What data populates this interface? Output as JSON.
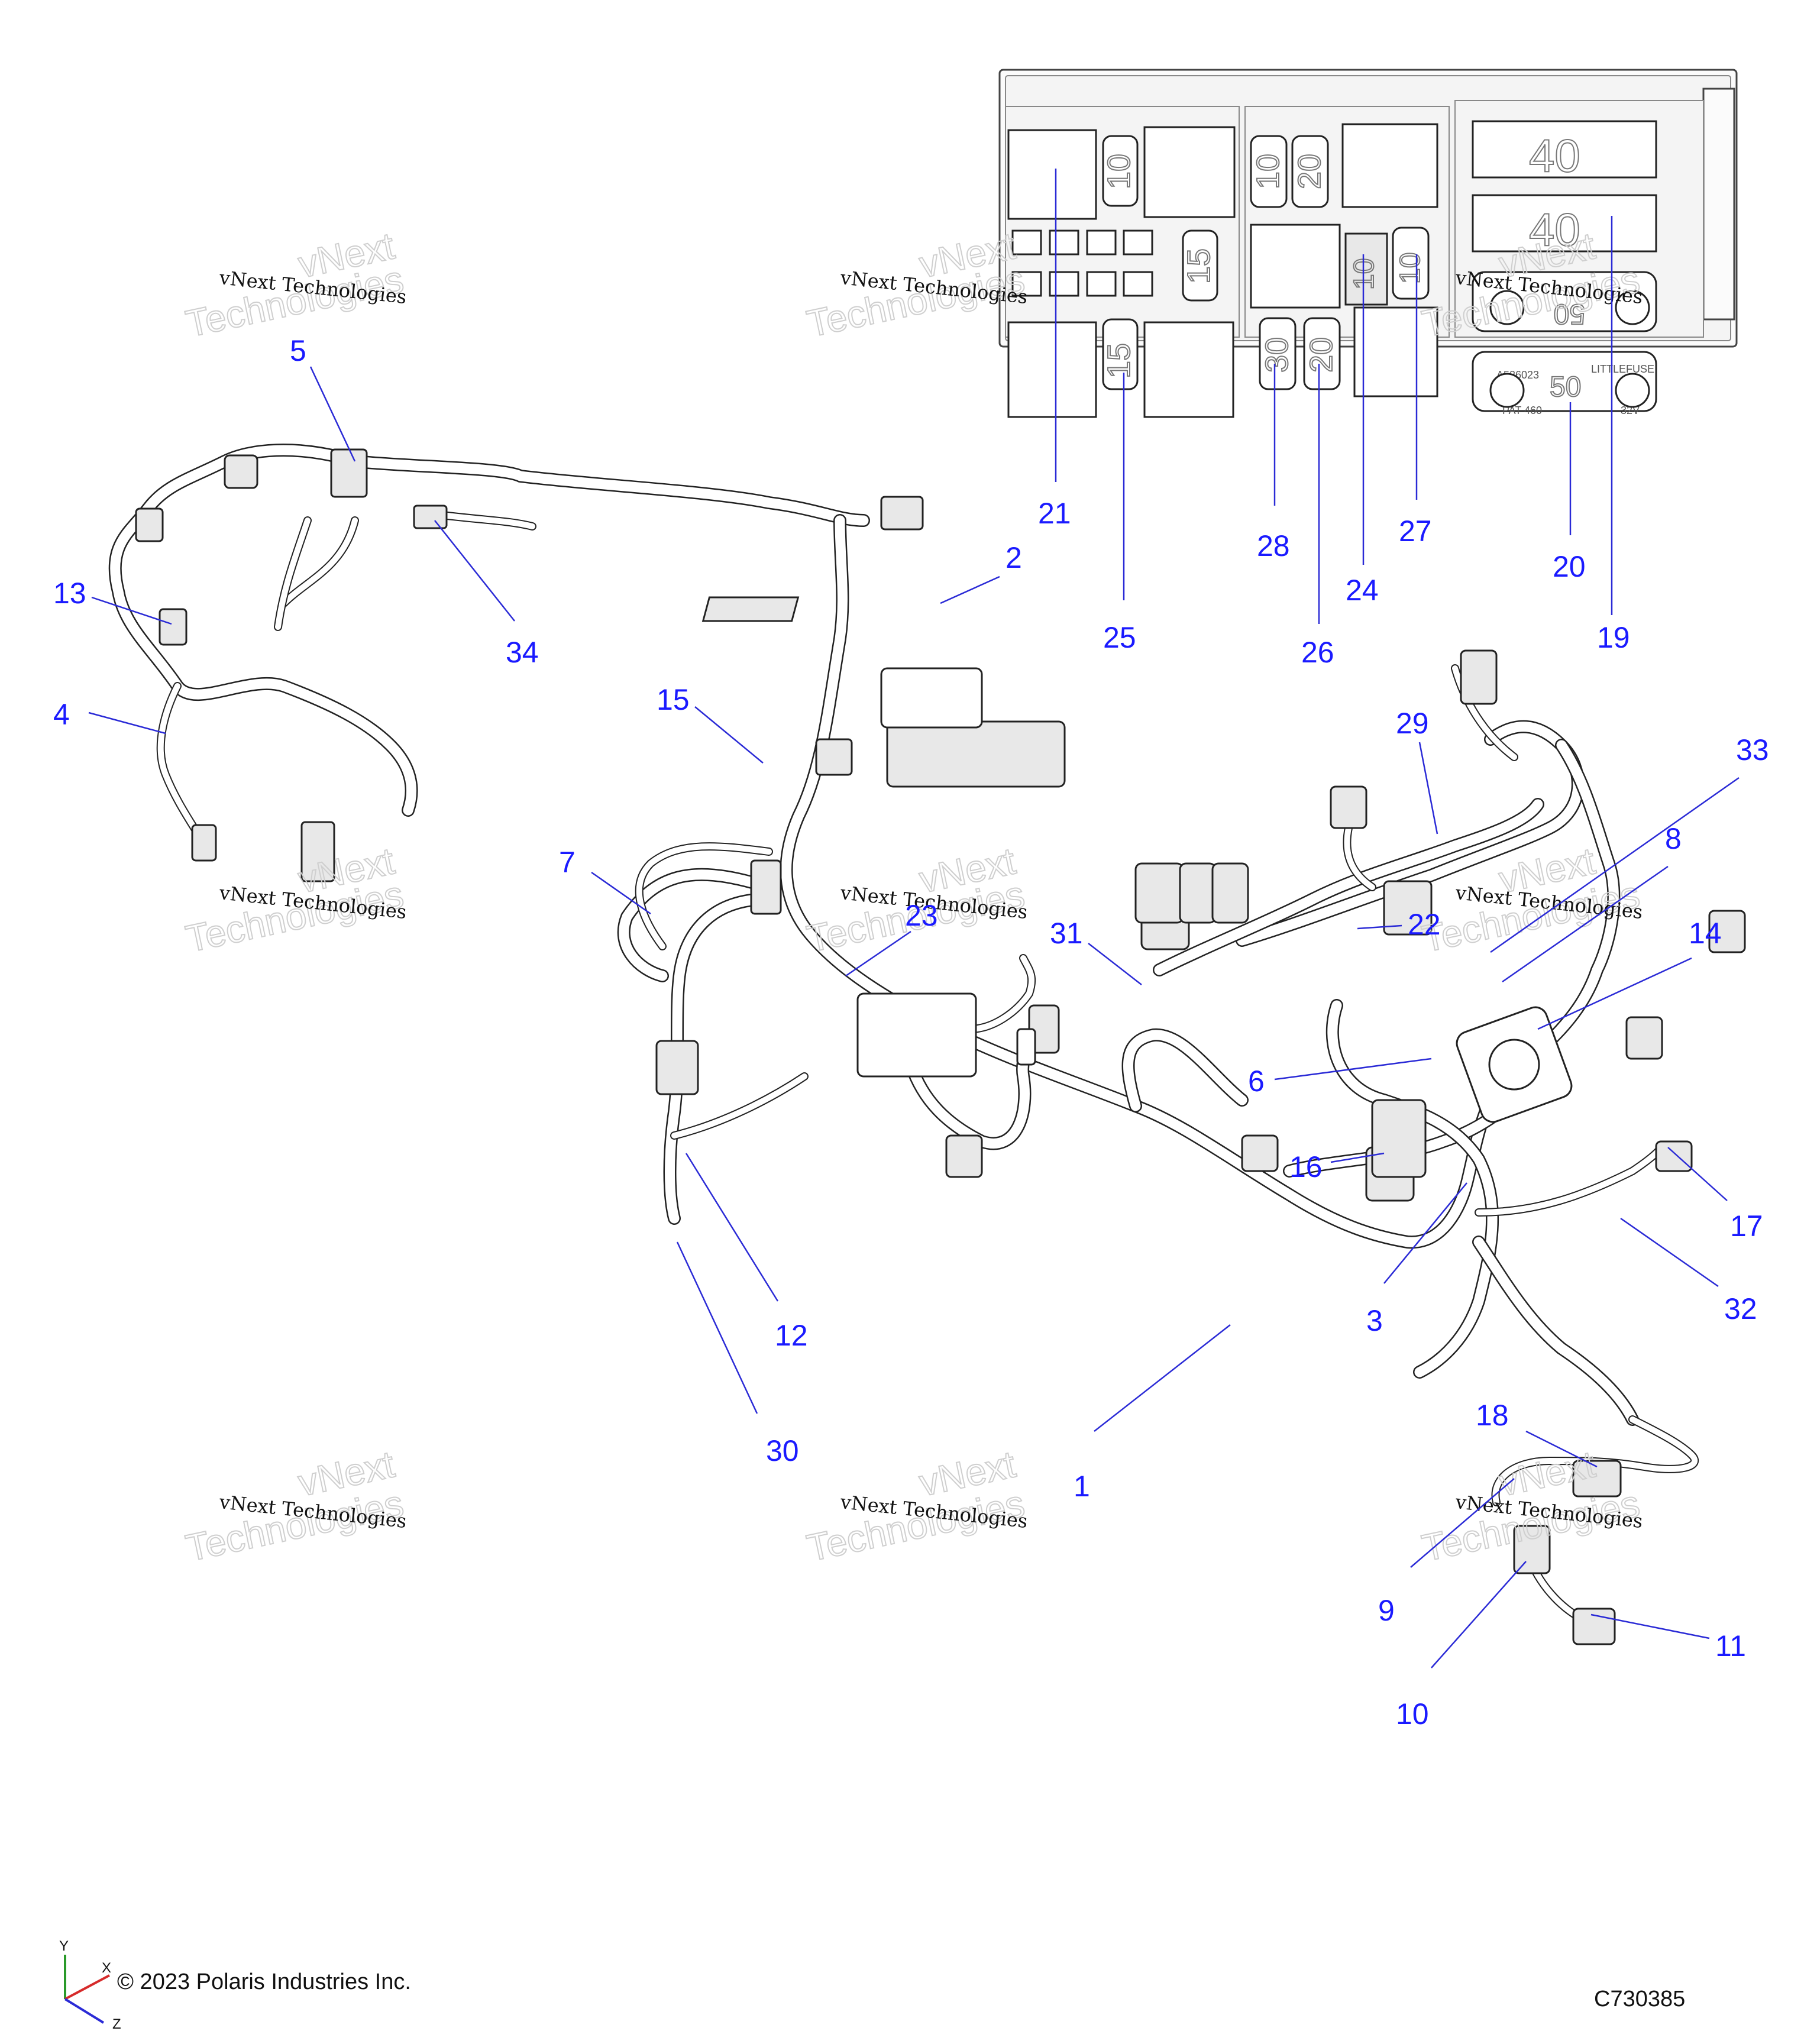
{
  "diagram": {
    "callouts": [
      "1",
      "2",
      "3",
      "4",
      "5",
      "6",
      "7",
      "8",
      "9",
      "10",
      "11",
      "12",
      "13",
      "14",
      "15",
      "16",
      "17",
      "18",
      "19",
      "20",
      "21",
      "22",
      "23",
      "24",
      "25",
      "26",
      "27",
      "28",
      "29",
      "30",
      "31",
      "32",
      "33",
      "34"
    ],
    "fuse_labels": {
      "top_left_10": "10",
      "left_15": "15",
      "bottom_left_15": "15",
      "mid_10a": "10",
      "mid_20a": "20",
      "mid_10b": "10",
      "mid_10c": "10",
      "mid_30": "30",
      "mid_20b": "20",
      "maxi_40a": "40",
      "maxi_40b": "40",
      "maxi_50a": "50",
      "maxi_50b": "50",
      "maxi_50_part": "A536023",
      "maxi_50_brand": "LITTLEFUSE",
      "maxi_50_rating": "32V",
      "maxi_50_pat": "PAT 460"
    },
    "watermark_line1": "vNext Technologies",
    "watermark_line2": "Technologies",
    "watermark_line3": "vNext"
  },
  "footer": {
    "copyright": "© 2023 Polaris Industries Inc.",
    "figure_code": "C730385",
    "axis_y": "Y",
    "axis_x": "X",
    "axis_z": "Z"
  },
  "colors": {
    "callout": "#1a1aff",
    "line": "#222222",
    "watermark": "#cfcfcf"
  }
}
